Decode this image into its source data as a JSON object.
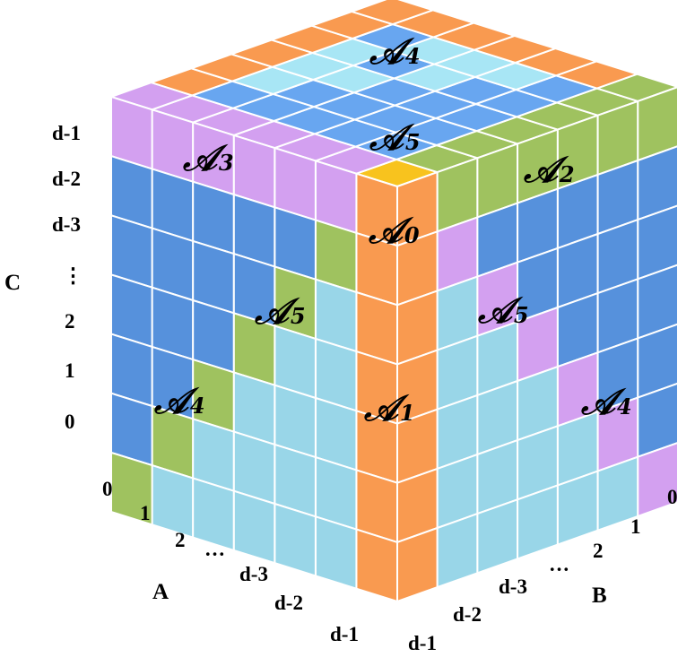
{
  "figure": {
    "axis_labels": {
      "a": "A",
      "b": "B",
      "c": "C"
    },
    "ticks": {
      "a": [
        "0",
        "1",
        "2",
        "…",
        "d-3",
        "d-2",
        "d-1"
      ],
      "b": [
        "0",
        "1",
        "2",
        "…",
        "d-3",
        "d-2",
        "d-1"
      ],
      "c": [
        "d-1",
        "d-2",
        "d-3",
        "⋮",
        "2",
        "1",
        "0"
      ]
    },
    "regions": [
      {
        "id": "A0",
        "letter": "𝒜",
        "sub": "0"
      },
      {
        "id": "A1",
        "letter": "𝒜",
        "sub": "1"
      },
      {
        "id": "A2",
        "letter": "𝒜",
        "sub": "2"
      },
      {
        "id": "A3",
        "letter": "𝒜",
        "sub": "3"
      },
      {
        "id": "A4",
        "letter": "𝒜",
        "sub": "4"
      },
      {
        "id": "A5",
        "letter": "𝒜",
        "sub": "5"
      }
    ],
    "colors": {
      "A0": "#f8c31e",
      "A1": "#f99a50",
      "A2": "#9fc25f",
      "A3": "#d3a0f0",
      "A4_side": "#99d6e8",
      "A4_top": "#a8e6f5",
      "A5_side": "#5691dc",
      "A5_top": "#68a6f0",
      "grid": "#ffffff"
    }
  }
}
